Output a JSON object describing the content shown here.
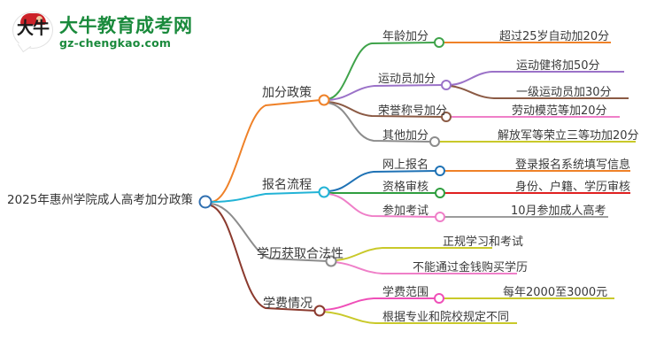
{
  "logo": {
    "mark_text": "大牛",
    "title": "大牛教育成考网",
    "subtitle": "gz-chengkao.com",
    "brand_color": "#1a8a3c",
    "mark_color": "#cc2229"
  },
  "mindmap": {
    "root": {
      "label": "2025年惠州学院成人高考加分政策",
      "color": "#2f6fb0"
    },
    "branches": [
      {
        "label": "加分政策",
        "color": "#ef8128",
        "children": [
          {
            "label": "年龄加分",
            "color": "#3fa34a",
            "children": [
              {
                "label": "超过25岁自动加20分",
                "color": "#ef8128"
              }
            ]
          },
          {
            "label": "运动员加分",
            "color": "#9b72c8",
            "children": [
              {
                "label": "运动健将加50分",
                "color": "#9b72c8"
              },
              {
                "label": "一级运动员加30分",
                "color": "#8b5a44"
              }
            ]
          },
          {
            "label": "荣誉称号加分",
            "color": "#8b5a44",
            "children": [
              {
                "label": "劳动模范等加20分",
                "color": "#ef7fc8"
              }
            ]
          },
          {
            "label": "其他加分",
            "color": "#8c8c8c",
            "children": [
              {
                "label": "解放军等荣立三等功加20分",
                "color": "#c9c92a"
              }
            ]
          }
        ]
      },
      {
        "label": "报名流程",
        "color": "#22b3d6",
        "children": [
          {
            "label": "网上报名",
            "color": "#1f72b5",
            "children": [
              {
                "label": "登录报名系统填写信息",
                "color": "#ef8128"
              }
            ]
          },
          {
            "label": "资格审核",
            "color": "#2f9e3f",
            "children": [
              {
                "label": "身份、户籍、学历审核",
                "color": "#e02020"
              }
            ]
          },
          {
            "label": "参加考试",
            "color": "#ef7fc8",
            "children": [
              {
                "label": "10月参加成人高考",
                "color": "#9c9c9c"
              }
            ]
          }
        ]
      },
      {
        "label": "学历获取合法性",
        "color": "#8c8c8c",
        "children": [
          {
            "label": "正规学习和考试",
            "color": "#c9c92a"
          },
          {
            "label": "不能通过金钱购买学历",
            "color": "#ef7fc8"
          }
        ]
      },
      {
        "label": "学费情况",
        "color": "#8b3a2e",
        "children": [
          {
            "label": "学费范围",
            "color": "#ef4fb8",
            "children": [
              {
                "label": "每年2000至3000元",
                "color": "#c9c92a"
              }
            ]
          },
          {
            "label": "根据专业和院校规定不同",
            "color": "#c9c92a"
          }
        ]
      }
    ]
  }
}
